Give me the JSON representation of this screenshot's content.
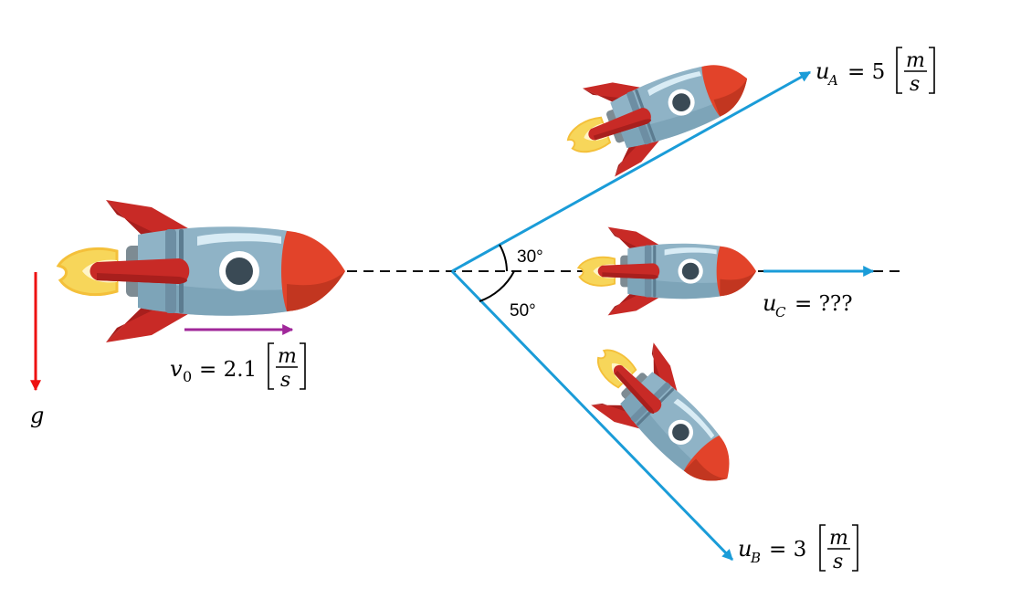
{
  "colors": {
    "vector_blue": "#1a9cd8",
    "gravity_red": "#ee1111",
    "initial_velocity_purple": "#a0279a",
    "rocket_body": "#8fb3c6",
    "rocket_nose": "#e2432a",
    "rocket_fin": "#c82a26",
    "rocket_flame": "#f7d65a"
  },
  "gravity": {
    "symbol": "g"
  },
  "initial_velocity": {
    "symbol": "v",
    "subscript": "0",
    "value": "= 2.1",
    "unit_numerator": "m",
    "unit_denominator": "s"
  },
  "angles": {
    "upper": "30°",
    "lower": "50°"
  },
  "fragment_a": {
    "symbol": "u",
    "subscript": "A",
    "value": "= 5",
    "unit_numerator": "m",
    "unit_denominator": "s"
  },
  "fragment_b": {
    "symbol": "u",
    "subscript": "B",
    "value": "= 3",
    "unit_numerator": "m",
    "unit_denominator": "s"
  },
  "fragment_c": {
    "symbol": "u",
    "subscript": "C",
    "value": "= ???"
  },
  "icons": [
    "rocket-icon",
    "arrow-icon"
  ]
}
